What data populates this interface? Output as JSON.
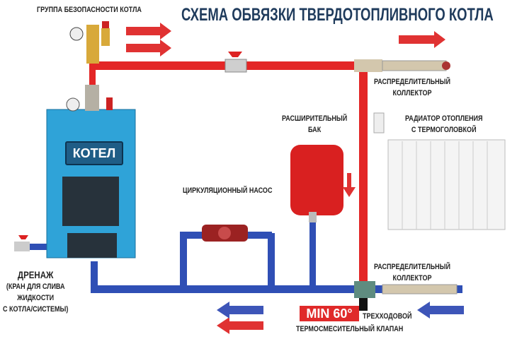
{
  "title": "СХЕМА ОБВЯЗКИ ТВЕРДОТОПЛИВНОГО КОТЛА",
  "labels": {
    "safety_group": "ГРУППА БЕЗОПАСНОСТИ КОТЛА",
    "collector_top": [
      "РАСПРЕДЕЛИТЕЛЬНЫЙ",
      "КОЛЛЕКТОР"
    ],
    "expansion_tank": [
      "РАСШИРИТЕЛЬНЫЙ",
      "БАК"
    ],
    "radiator": [
      "РАДИАТОР ОТОПЛЕНИЯ",
      "С ТЕРМОГОЛОВКОЙ"
    ],
    "pump": "ЦИРКУЛЯЦИОННЫЙ НАСОС",
    "boiler": "КОТЕЛ",
    "drain": [
      "ДРЕНАЖ",
      "(КРАН ДЛЯ СЛИВА",
      "ЖИДКОСТИ",
      "С КОТЛА/СИСТЕМЫ)"
    ],
    "collector_bottom": [
      "РАСПРЕДЕЛИТЕЛЬНЫЙ",
      "КОЛЛЕКТОР"
    ],
    "min_temp": "MIN 60°",
    "valve": [
      "ТРЕХХОДОВОЙ",
      "ТЕРМОСМЕСИТЕЛЬНЫЙ КЛАПАН"
    ]
  },
  "colors": {
    "supply": "#e32626",
    "return": "#2f4fb5",
    "boiler": "#2fa3d8",
    "title": "#1f3b5c"
  }
}
